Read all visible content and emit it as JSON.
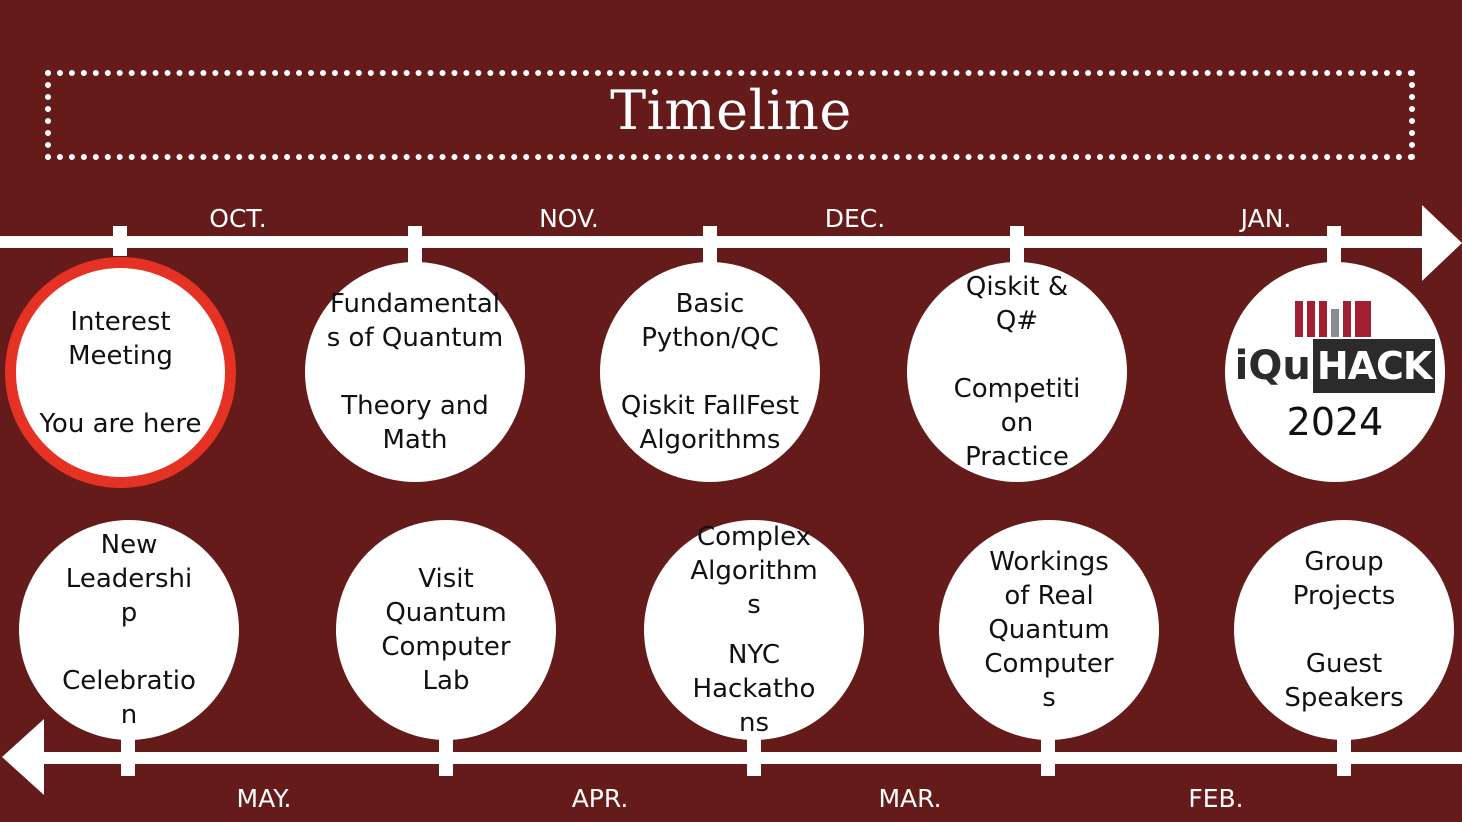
{
  "title": "Timeline",
  "colors": {
    "background": "#641b1a",
    "line": "#ffffff",
    "highlight": "#e53224"
  },
  "top_months": [
    "OCT.",
    "NOV.",
    "DEC.",
    "JAN."
  ],
  "bottom_months": [
    "MAY.",
    "APR.",
    "MAR.",
    "FEB."
  ],
  "top_events": [
    {
      "lines": [
        "Interest Meeting",
        "",
        "You are here"
      ],
      "current": true
    },
    {
      "lines": [
        "Fundamental",
        "s of Quantum",
        "",
        "Theory and",
        "Math"
      ]
    },
    {
      "lines": [
        "Basic",
        "Python/QC",
        "",
        "Qiskit FallFest",
        "Algorithms"
      ]
    },
    {
      "lines": [
        "Qiskit &",
        "Q#",
        "",
        "Competiti",
        "on",
        "Practice"
      ]
    },
    {
      "logo": {
        "mark": "MIT",
        "prefix": "iQu",
        "hack": "HACK"
      },
      "year": "2024"
    }
  ],
  "bottom_events": [
    {
      "lines": [
        "New",
        "Leadershi",
        "p",
        "",
        "Celebratio",
        "n"
      ]
    },
    {
      "lines": [
        "Visit",
        "Quantum",
        "Computer",
        "Lab"
      ]
    },
    {
      "lines": [
        "Complex",
        "Algorithm",
        "s",
        "",
        "NYC",
        "Hackatho",
        "ns"
      ]
    },
    {
      "lines": [
        "Workings",
        "of Real",
        "Quantum",
        "Computer",
        "s"
      ]
    },
    {
      "lines": [
        "Group",
        "Projects",
        "",
        "Guest",
        "Speakers"
      ]
    }
  ]
}
